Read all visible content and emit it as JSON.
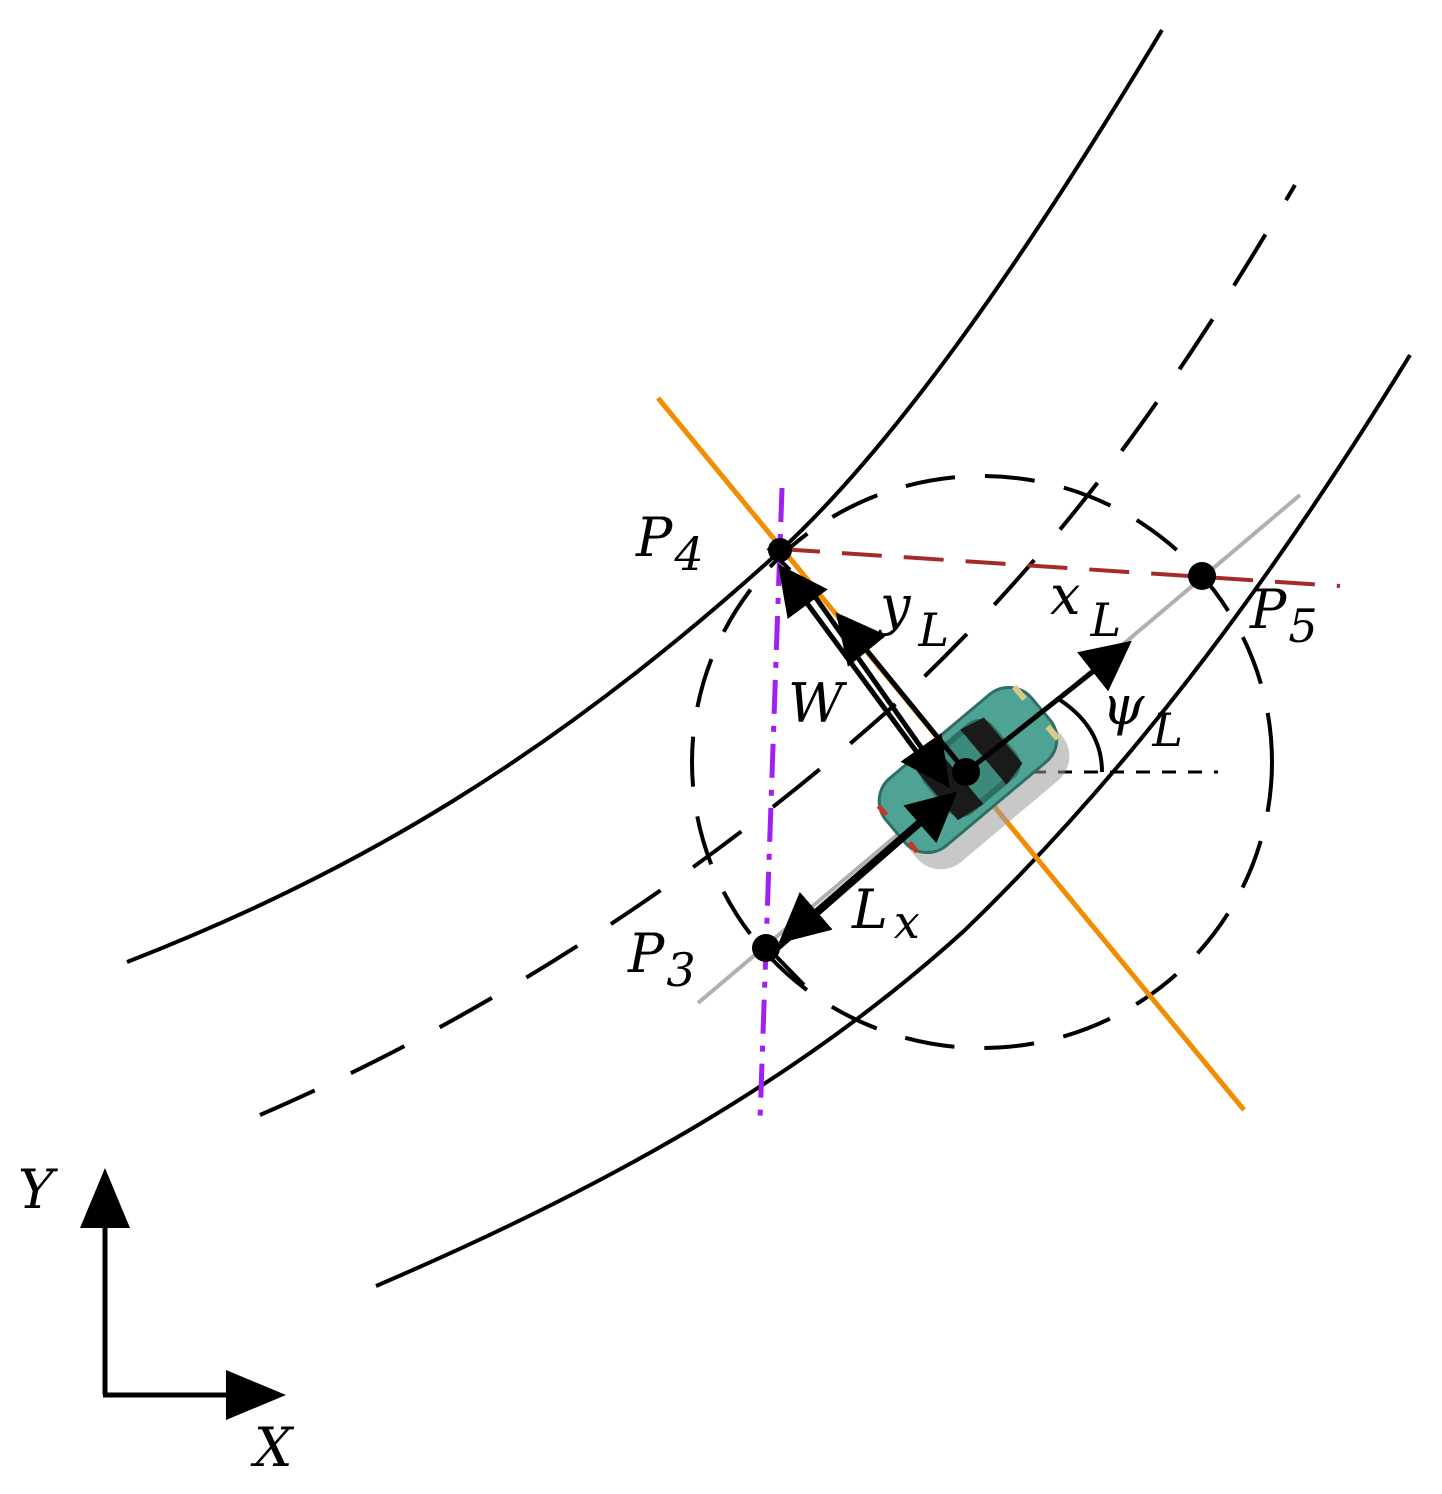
{
  "labels": {
    "p4": "P",
    "p4_sub": "4",
    "p5": "P",
    "p5_sub": "5",
    "p3": "P",
    "p3_sub": "3",
    "yl": "y",
    "yl_sub": "L",
    "xl": "x",
    "xl_sub": "L",
    "psi": "ψ",
    "psi_sub": "L",
    "w": "W",
    "lx": "L",
    "lx_sub": "x",
    "axis_y": "Y",
    "axis_x": "X"
  },
  "colors": {
    "road": "#000000",
    "orange_line": "#f28c00",
    "purple_line": "#a020f0",
    "brown_dashed": "#a52a2a",
    "gray_axis": "#b0b0b0",
    "car_body": "#4fa394",
    "car_dark": "#2e6f63",
    "car_window": "#1a1a1a"
  },
  "icons": {
    "vehicle": "car-top-view-icon"
  }
}
